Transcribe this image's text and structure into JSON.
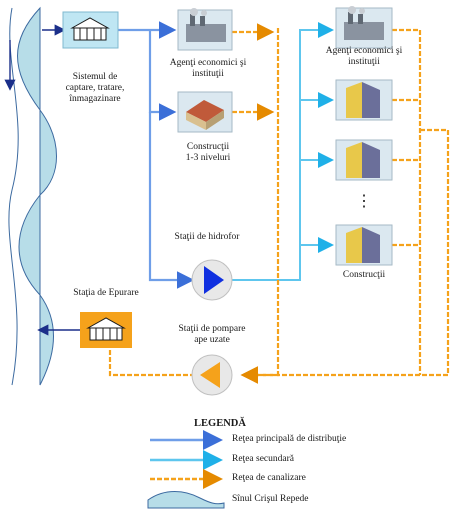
{
  "colors": {
    "main_line": "#6f9ee8",
    "secondary_line": "#5ec6ee",
    "sewer_line": "#f5a21b",
    "river_fill": "#b7dde8",
    "river_stroke": "#3c6aa0",
    "node_fill": "#bfe6f3",
    "pump_fill": "#e8e8e8",
    "pump_arrow_blue": "#1030e0",
    "pump_arrow_orange": "#f5a21b",
    "station_fill": "#f5a21b"
  },
  "labels": {
    "intake_system": "Sistemul de\ncaptare, tratare,\nînmagazinare",
    "agents_top": "Agenţi economici şi\ninstituţii",
    "buildings_low": "Construcţii\n1-3 niveluri",
    "pump_station": "Staţii de hidrofor",
    "agents_right": "Agenţi economici şi\ninstituţii",
    "dots": "⋮",
    "buildings_right": "Construcţii",
    "treatment_station": "Staţia de Epurare",
    "sewage_pump_station": "Staţii de pompare\nape uzate"
  },
  "legend": {
    "title": "LEGENDĂ",
    "items": [
      {
        "label": "Reţea principală de distribuţie",
        "type": "main"
      },
      {
        "label": "Reţea secundară",
        "type": "secondary"
      },
      {
        "label": "Reţea de canalizare",
        "type": "sewer"
      },
      {
        "label": "Sînul Crişul Repede",
        "type": "river"
      }
    ]
  }
}
